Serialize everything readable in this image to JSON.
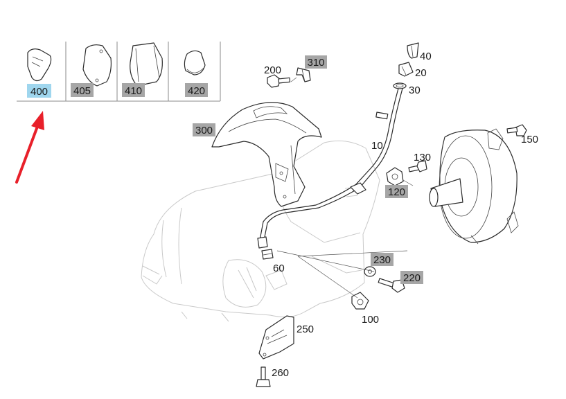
{
  "thumbnails": [
    {
      "id": "thumb-400",
      "label": "400",
      "highlighted": true
    },
    {
      "id": "thumb-405",
      "label": "405",
      "highlighted": false
    },
    {
      "id": "thumb-410",
      "label": "410",
      "highlighted": false
    },
    {
      "id": "thumb-420",
      "label": "420",
      "highlighted": false
    }
  ],
  "callouts": {
    "c10": "10",
    "c20": "20",
    "c30": "30",
    "c40": "40",
    "c60": "60",
    "c100": "100",
    "c120": "120",
    "c130": "130",
    "c150": "150",
    "c200": "200",
    "c220": "220",
    "c230": "230",
    "c250": "250",
    "c260": "260",
    "c300": "300",
    "c310": "310"
  },
  "colors": {
    "highlight_tag": "#9fd6ee",
    "grey_tag": "#a6a6a6",
    "arrow": "#e8202a",
    "ghost_outline": "#c9c9c9"
  },
  "arrow": {
    "points_to": "400",
    "icon": "red-pointer-arrow"
  }
}
